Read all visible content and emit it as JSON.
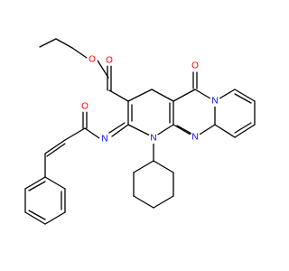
{
  "molecule": {
    "colors": {
      "bond": "#000000",
      "oxygen": "#ff0000",
      "nitrogen": "#0000ff",
      "background": "#ffffff"
    },
    "atoms": {
      "o_ester_carbonyl": "O",
      "o_ester_ether": "O",
      "o_ring_ketone": "O",
      "o_amide": "O",
      "n_imine": "N",
      "n_ring_1": "N",
      "n_ring_2": "N",
      "n_ring_3": "N"
    }
  }
}
